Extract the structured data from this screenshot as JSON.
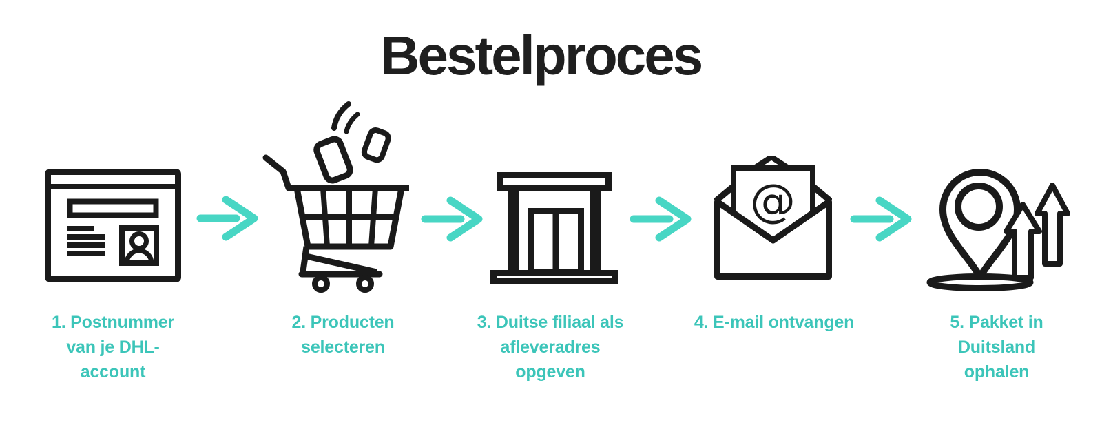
{
  "title": "Bestelproces",
  "colors": {
    "background": "#ffffff",
    "title": "#1f1f1f",
    "icon_stroke": "#1a1a1a",
    "step_label": "#3cc5b9",
    "arrow": "#48d6c4"
  },
  "steps": [
    {
      "number": 1,
      "icon": "account-window-icon",
      "label": "1. Postnummer van je DHL-account",
      "lines": [
        "1. Postnummer",
        "van je DHL-",
        "account"
      ]
    },
    {
      "number": 2,
      "icon": "shopping-cart-icon",
      "label": "2. Producten selecteren",
      "lines": [
        "2. Producten",
        "selecteren"
      ]
    },
    {
      "number": 3,
      "icon": "store-building-icon",
      "label": "3. Duitse filiaal als afleveradres opgeven",
      "lines": [
        "3. Duitse filiaal als",
        "afleveradres",
        "opgeven"
      ]
    },
    {
      "number": 4,
      "icon": "email-envelope-icon",
      "label": "4. E-mail ontvangen",
      "lines": [
        "4. E-mail ontvangen"
      ],
      "at_symbol": "@"
    },
    {
      "number": 5,
      "icon": "location-pin-icon",
      "label": "5. Pakket in Duitsland ophalen",
      "lines": [
        "5. Pakket in",
        "Duitsland",
        "ophalen"
      ]
    }
  ]
}
